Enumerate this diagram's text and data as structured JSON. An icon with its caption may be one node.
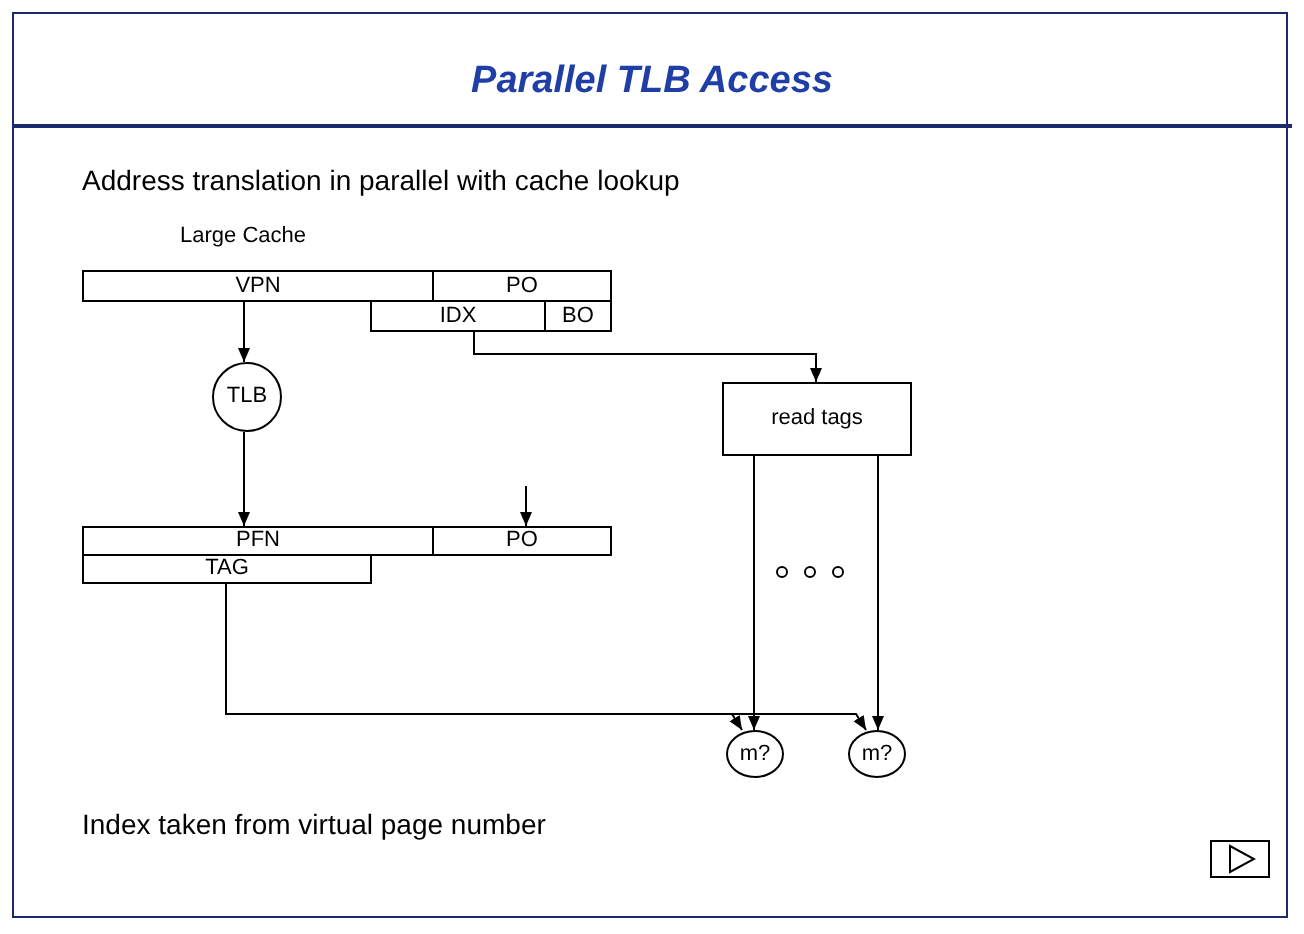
{
  "diagram": {
    "title": "Parallel TLB Access",
    "nodes": [
      {
        "text": [
          "VPN"
        ]
      },
      {
        "text": [
          "PO"
        ]
      },
      {
        "text": [
          "IDX"
        ]
      },
      {
        "text": [
          "BO"
        ]
      },
      {
        "text": [
          "TLB"
        ]
      },
      {
        "text": [
          "PFN"
        ]
      },
      {
        "text": [
          "PO"
        ]
      },
      {
        "text": [
          "TAG"
        ]
      },
      {
        "text": [
          "read tags"
        ]
      },
      {
        "text": [
          "m?"
        ]
      },
      {
        "text": [
          "m?"
        ]
      }
    ],
    "edges": [
      {
        "from": 0,
        "to": 4,
        "arrow": "to"
      },
      {
        "from": 4,
        "to": 5,
        "arrow": "to"
      },
      {
        "from": null,
        "to": 6,
        "arrow": "to"
      },
      {
        "from": 2,
        "to": 8,
        "arrow": "to"
      },
      {
        "from": 8,
        "to": 9,
        "arrow": "to"
      },
      {
        "from": 8,
        "to": 10,
        "arrow": "to"
      },
      {
        "from": 7,
        "to": 9,
        "arrow": "to"
      },
      {
        "from": 7,
        "to": 10,
        "arrow": "to"
      }
    ],
    "labels": [
      "Address translation in parallel with cache lookup",
      "Large Cache",
      "Index taken from virtual page number"
    ]
  }
}
